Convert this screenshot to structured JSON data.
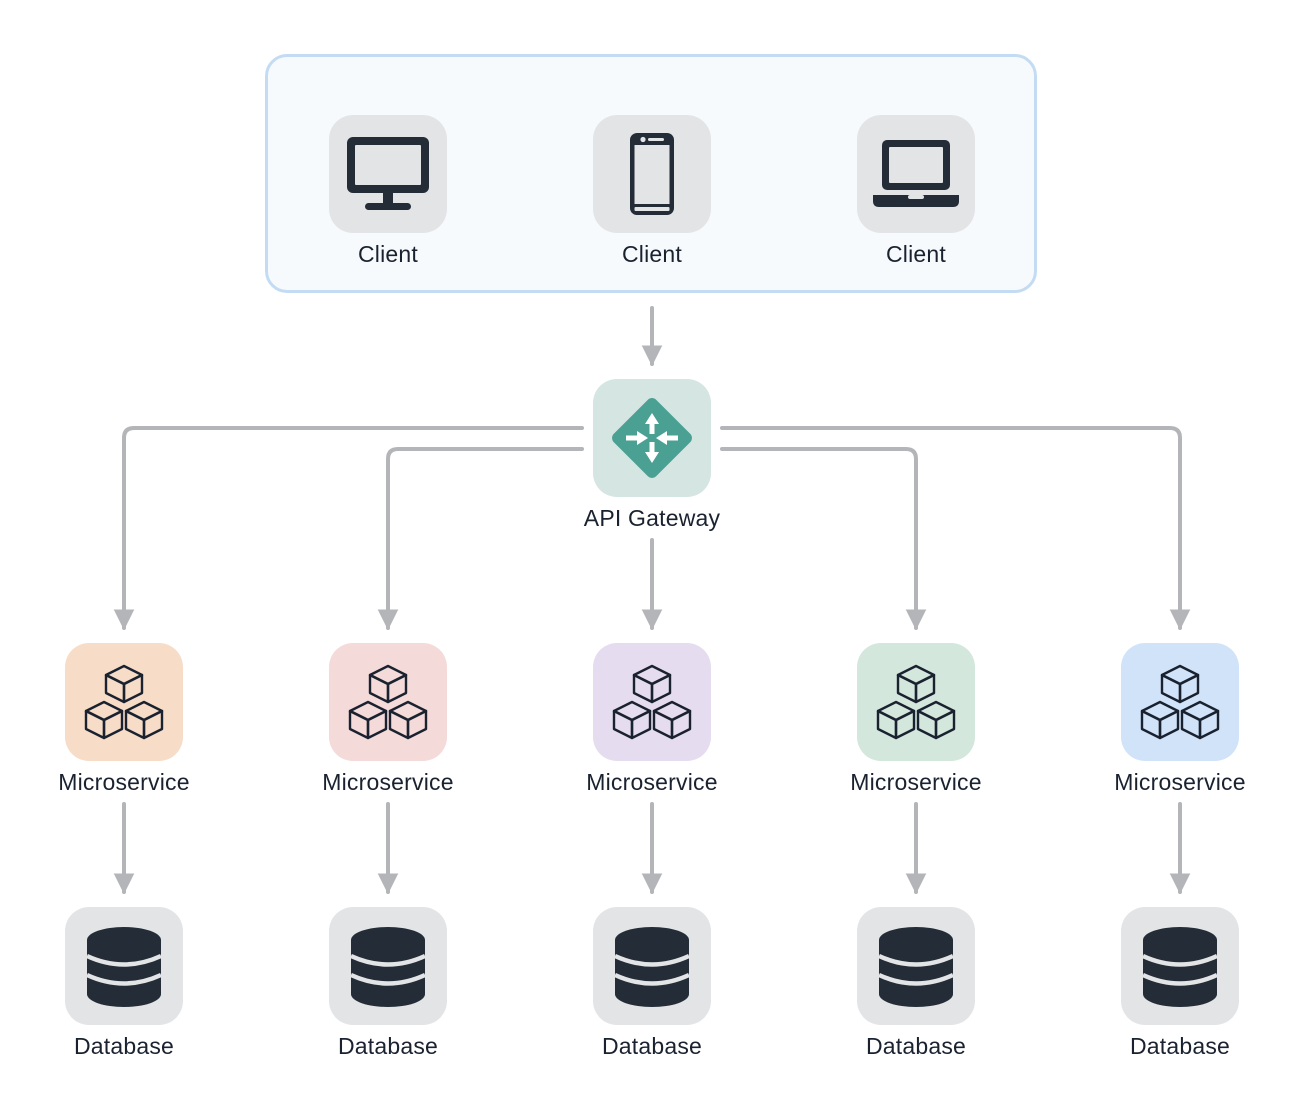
{
  "colors": {
    "connector": "#b3b5b8",
    "icon_dark": "#232c37",
    "tile_gray": "#e3e4e6",
    "gateway_tile": "#d5e5e2",
    "gateway_icon": "#4aa092",
    "group_border": "#c4dcf3",
    "group_fill": "#f7fafd"
  },
  "clients": [
    {
      "label": "Client",
      "icon": "desktop-monitor-icon"
    },
    {
      "label": "Client",
      "icon": "mobile-phone-icon"
    },
    {
      "label": "Client",
      "icon": "laptop-icon"
    }
  ],
  "gateway": {
    "label": "API Gateway",
    "icon": "router-arrows-icon"
  },
  "microservices": [
    {
      "label": "Microservice",
      "icon": "cubes-icon",
      "tile_color": "#f7dcc8"
    },
    {
      "label": "Microservice",
      "icon": "cubes-icon",
      "tile_color": "#f4dad9"
    },
    {
      "label": "Microservice",
      "icon": "cubes-icon",
      "tile_color": "#e5dcf0"
    },
    {
      "label": "Microservice",
      "icon": "cubes-icon",
      "tile_color": "#d3e7dd"
    },
    {
      "label": "Microservice",
      "icon": "cubes-icon",
      "tile_color": "#d1e3f9"
    }
  ],
  "databases": [
    {
      "label": "Database",
      "icon": "database-icon"
    },
    {
      "label": "Database",
      "icon": "database-icon"
    },
    {
      "label": "Database",
      "icon": "database-icon"
    },
    {
      "label": "Database",
      "icon": "database-icon"
    },
    {
      "label": "Database",
      "icon": "database-icon"
    }
  ]
}
